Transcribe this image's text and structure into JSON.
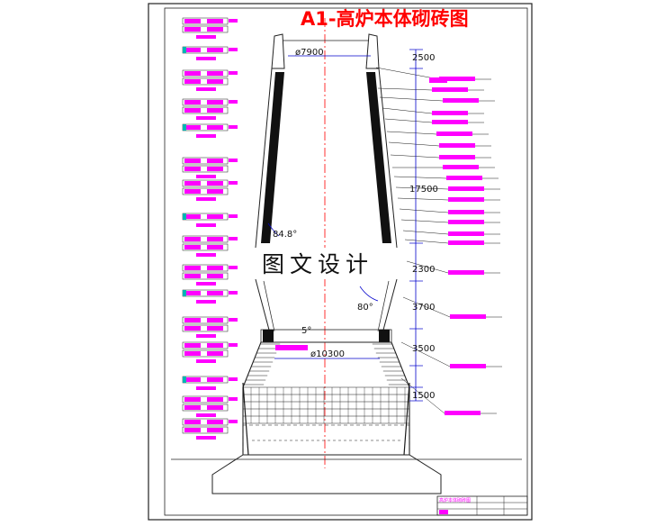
{
  "drawing": {
    "title": "A1-高炉本体砌砖图",
    "watermark": "图文设计",
    "dimensions": {
      "top_diameter": "ø7900",
      "bottom_diameter": "ø10300",
      "stack_angle": "84.8°",
      "bosh_angle": "80°",
      "tuyere_angle": "5°",
      "heights": [
        "2500",
        "17500",
        "2300",
        "3700",
        "3500",
        "1500"
      ]
    },
    "title_block_caption": "高炉本体砌砖图"
  },
  "colors": {
    "line": "#1a1a1a",
    "magenta": "#ff00ff",
    "red": "#ff0000",
    "blue": "#0000cc",
    "cyan": "#00b4b4"
  }
}
